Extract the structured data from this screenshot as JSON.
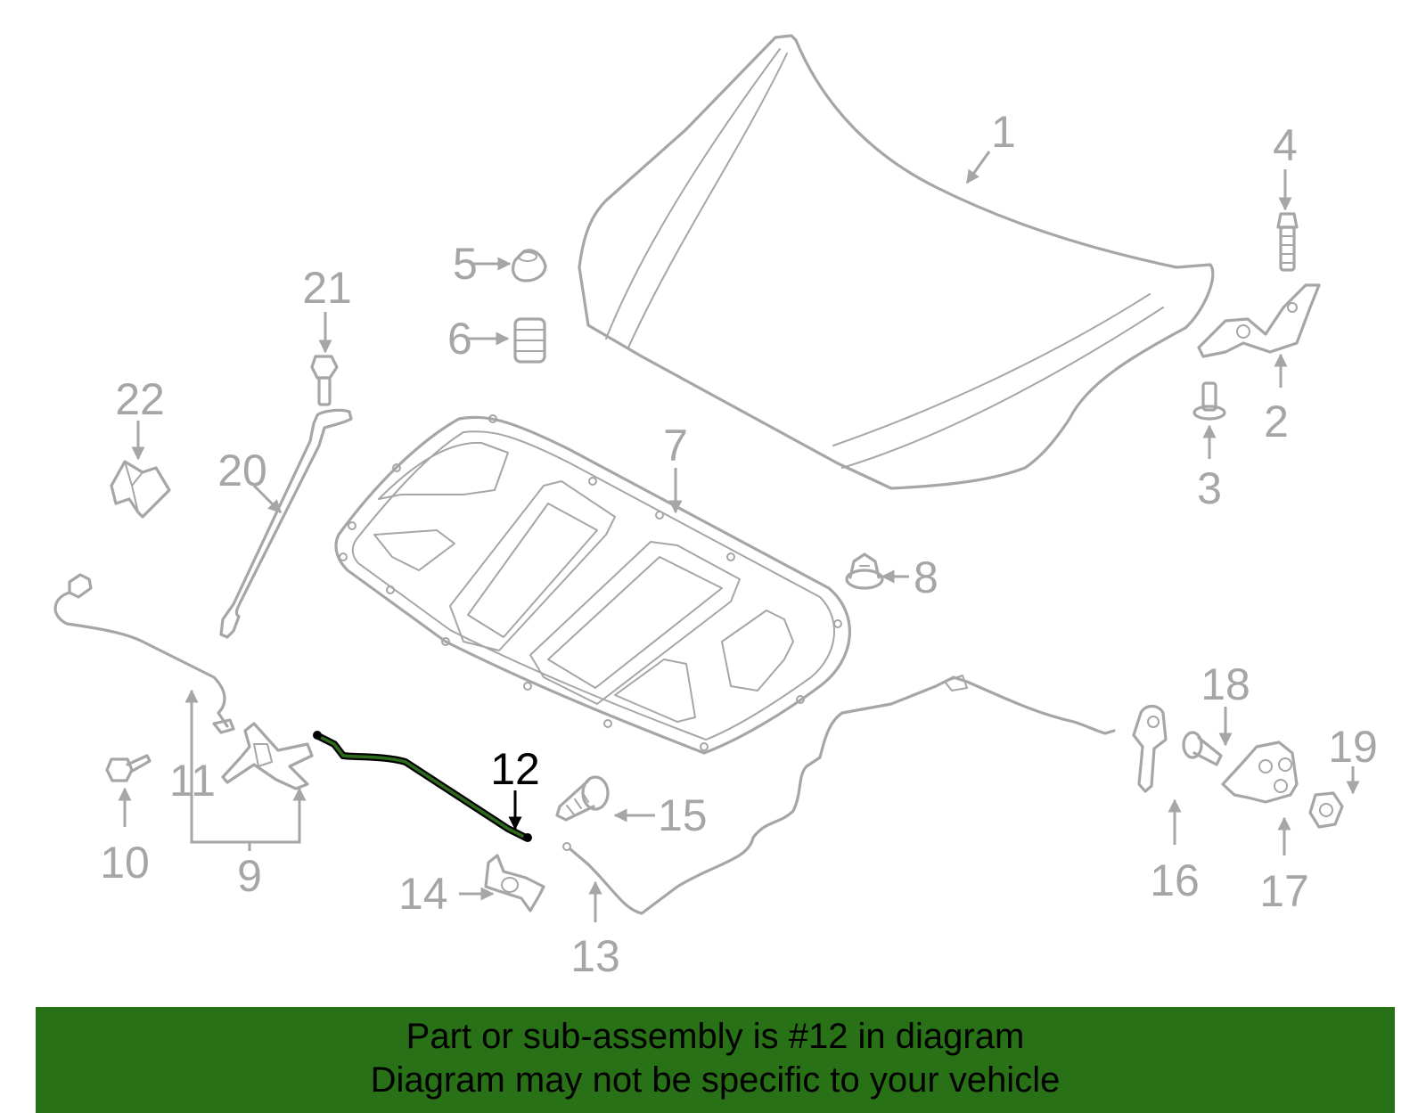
{
  "callouts": {
    "c1": "1",
    "c2": "2",
    "c3": "3",
    "c4": "4",
    "c5": "5",
    "c6": "6",
    "c7": "7",
    "c8": "8",
    "c9": "9",
    "c10": "10",
    "c11": "11",
    "c12": "12",
    "c13": "13",
    "c14": "14",
    "c15": "15",
    "c16": "16",
    "c17": "17",
    "c18": "18",
    "c19": "19",
    "c20": "20",
    "c21": "21",
    "c22": "22"
  },
  "highlighted_part": "12",
  "colors": {
    "part_stroke": "#a6a6a6",
    "highlight_part": "#2d6a1e",
    "banner_background": "#287117",
    "banner_text": "#000000"
  },
  "banner": {
    "line1": "Part or sub-assembly is #12 in diagram",
    "line2": "Diagram may not be specific to your vehicle"
  }
}
